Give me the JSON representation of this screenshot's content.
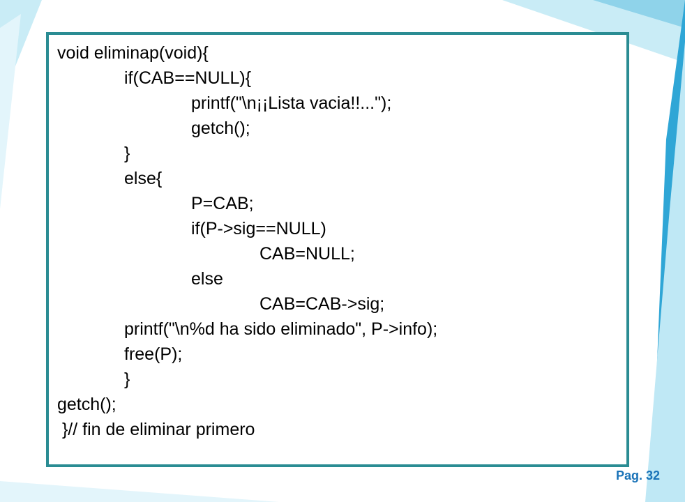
{
  "slide": {
    "code_lines": [
      "void eliminap(void){",
      "if(CAB==NULL){",
      "printf(\"\\n¡¡Lista vacia!!...\");",
      "getch();",
      "}",
      "else{",
      "P=CAB;",
      "if(P->sig==NULL)",
      "CAB=NULL;",
      "else",
      "CAB=CAB->sig;",
      "printf(\"\\n%d ha sido eliminado\", P->info);",
      "free(P);",
      "}",
      "getch();",
      " }// fin de eliminar primero"
    ],
    "page_number": "Pag. 32"
  },
  "colors": {
    "frame_border": "#2a8c93",
    "page_number": "#1a73b8",
    "deco_light": "#c9ecf6",
    "deco_mid": "#8fd3ea",
    "deco_dark": "#2fa6d6"
  }
}
